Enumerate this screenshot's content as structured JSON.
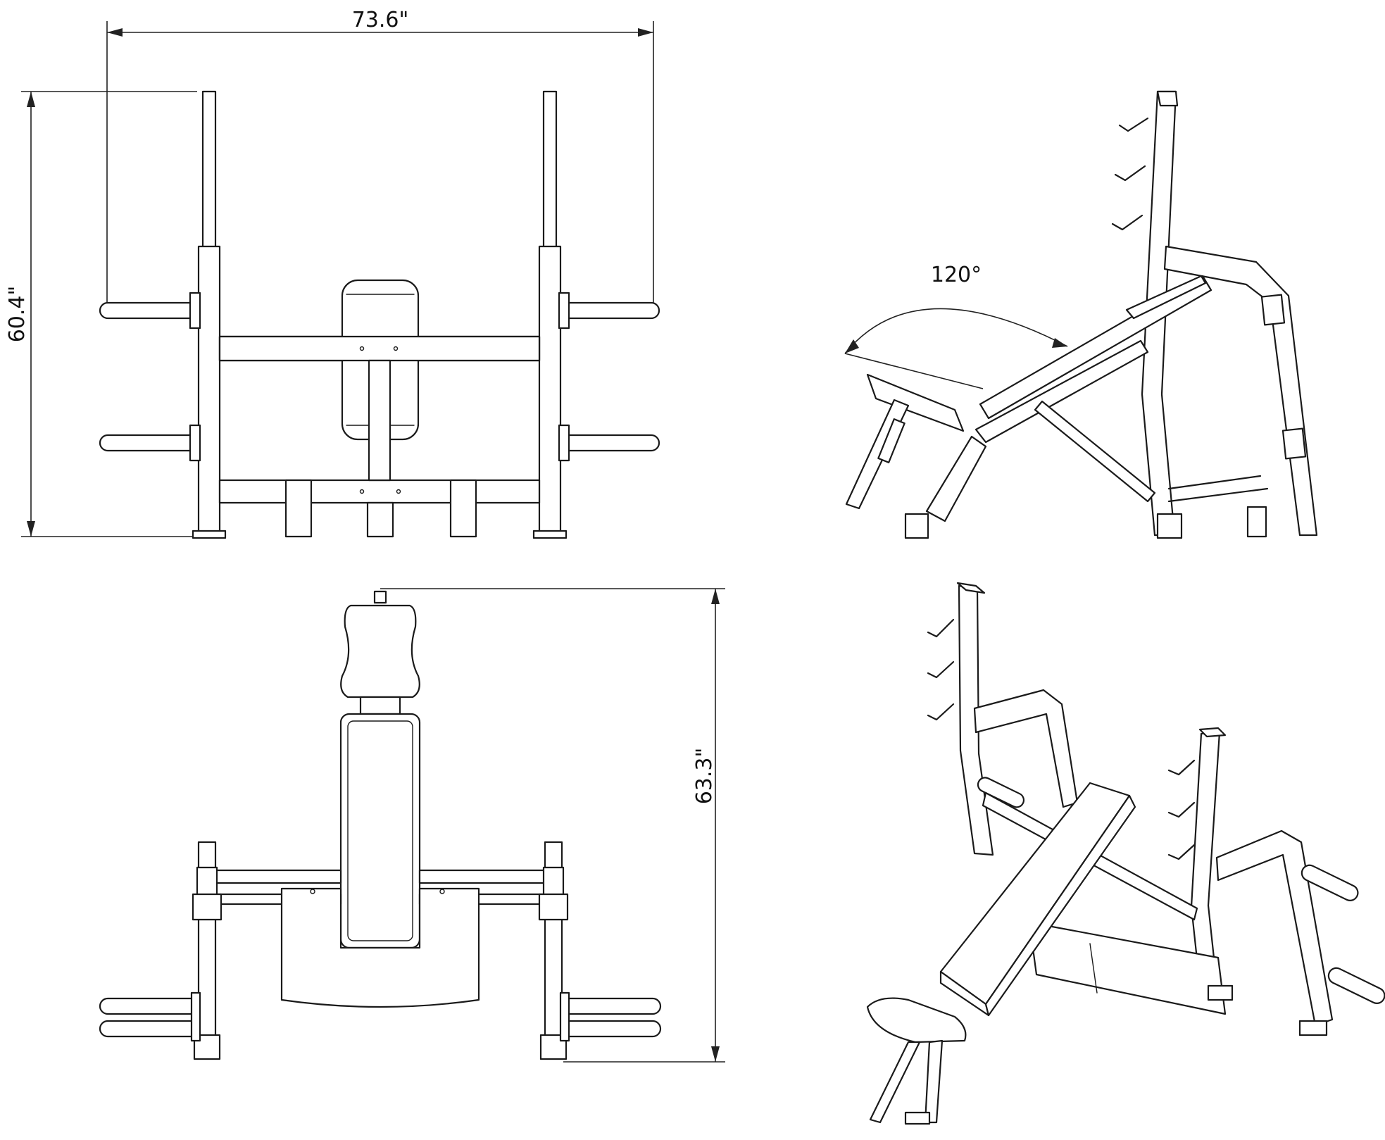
{
  "dimensions": {
    "width": "73.6\"",
    "height": "60.4\"",
    "length": "63.3\"",
    "incline_angle": "120°"
  },
  "views": {
    "front": "front-view",
    "side": "side-view",
    "top": "top-view",
    "iso": "isometric-view"
  },
  "colors": {
    "line": "#1a1a1a",
    "background": "#ffffff"
  }
}
